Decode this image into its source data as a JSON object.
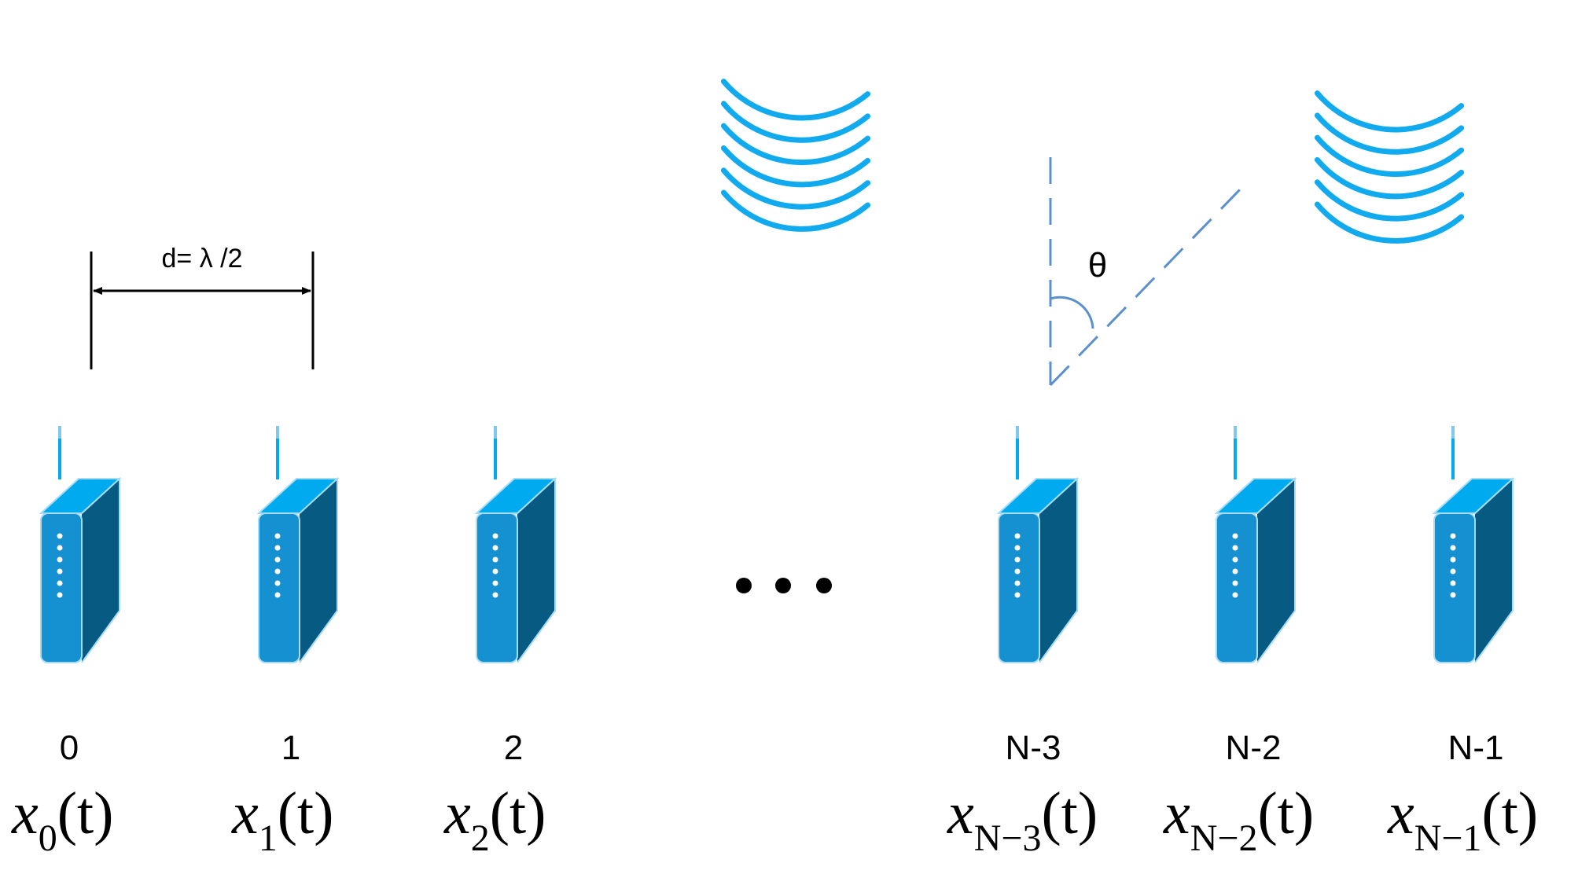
{
  "spacing_label": "d= λ /2",
  "angle_label": "θ",
  "ellipsis": "• • •",
  "elements": [
    {
      "index": "0",
      "signal": "x",
      "sub": "0"
    },
    {
      "index": "1",
      "signal": "x",
      "sub": "1"
    },
    {
      "index": "2",
      "signal": "x",
      "sub": "2"
    },
    {
      "index": "N-3",
      "signal": "x",
      "sub": "N−3"
    },
    {
      "index": "N-2",
      "signal": "x",
      "sub": "N−2"
    },
    {
      "index": "N-1",
      "signal": "x",
      "sub": "N−1"
    }
  ],
  "signal_arg": "(t)",
  "colors": {
    "device_front": "#1591d1",
    "device_top": "#00aaee",
    "device_side": "#075a82",
    "wave": "#11aaee",
    "geometry": "#5b8fce",
    "dimension": "#000000"
  },
  "icons": [
    "antenna-device-icon",
    "signal-wave-icon"
  ]
}
